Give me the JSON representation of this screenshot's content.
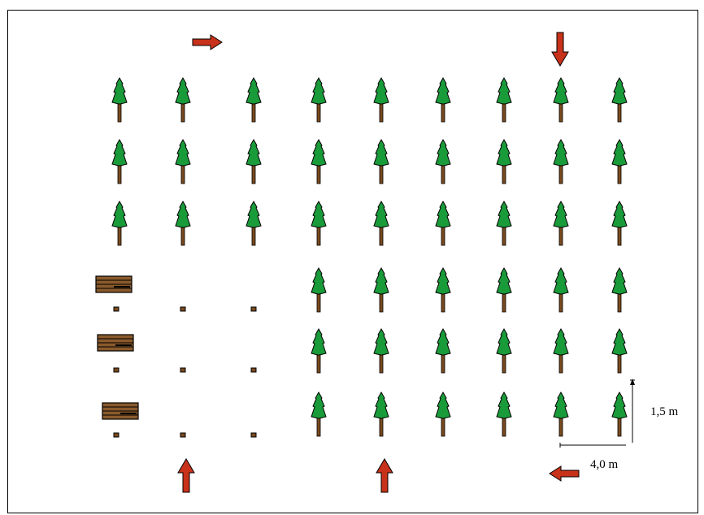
{
  "diagram": {
    "grid": {
      "columns": 9,
      "rows": 6
    },
    "blocks": [
      {
        "name": "upper-block",
        "rows": [
          1,
          2,
          3
        ],
        "columns": [
          1,
          2,
          3,
          4,
          5,
          6,
          7,
          8,
          9
        ],
        "content": "tree"
      },
      {
        "name": "lower-left-block",
        "rows": [
          4,
          5,
          6
        ],
        "columns": [
          1,
          2,
          3
        ],
        "content": "stump"
      },
      {
        "name": "lower-right-block",
        "rows": [
          4,
          5,
          6
        ],
        "columns": [
          4,
          5,
          6,
          7,
          8,
          9
        ],
        "content": "tree"
      }
    ],
    "log_piles": [
      {
        "row": 4
      },
      {
        "row": 5
      },
      {
        "row": 6
      }
    ],
    "arrows": [
      {
        "name": "arrow-top-right",
        "direction": "right"
      },
      {
        "name": "arrow-top-down",
        "direction": "down"
      },
      {
        "name": "arrow-bottom-up-left",
        "direction": "up"
      },
      {
        "name": "arrow-bottom-up-center",
        "direction": "up"
      },
      {
        "name": "arrow-bottom-left",
        "direction": "left"
      }
    ],
    "dimensions": {
      "in_row_spacing": "1,5 m",
      "row_spacing": "4,0  m"
    },
    "colors": {
      "foliage": "#1a9b3a",
      "trunk": "#7a4a1e",
      "arrow": "#c8321a",
      "log": "#8a5a2c",
      "outline": "#000000"
    }
  }
}
